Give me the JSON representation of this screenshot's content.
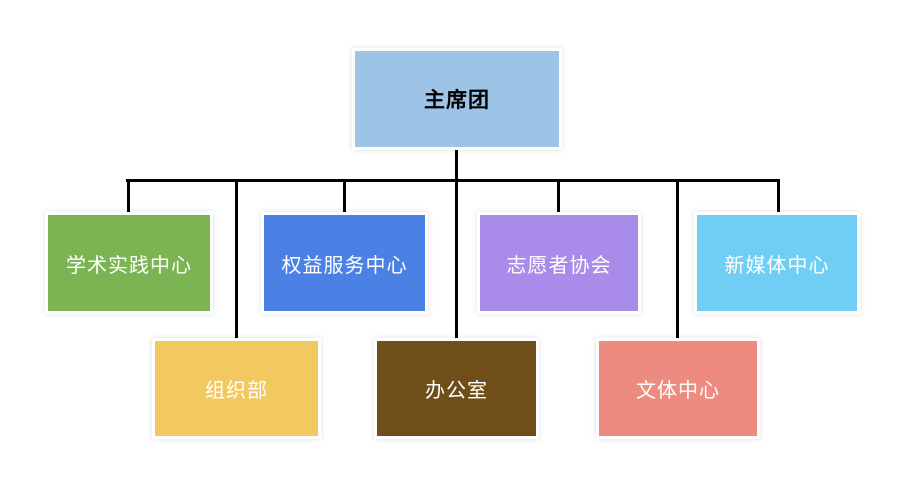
{
  "chart": {
    "type": "org-chart",
    "background": "#ffffff",
    "connector_color": "#000000",
    "root": {
      "id": "presidium",
      "label": "主席团",
      "bg": "#9DC3E6",
      "text_color": "#000000"
    },
    "children": [
      {
        "id": "academic-practice-center",
        "label": "学术实践中心",
        "bg": "#7CB454",
        "text_color": "#FFFFFF"
      },
      {
        "id": "organization-department",
        "label": "组织部",
        "bg": "#F2C960",
        "text_color": "#FFFFFF"
      },
      {
        "id": "rights-service-center",
        "label": "权益服务中心",
        "bg": "#4B80E4",
        "text_color": "#FFFFFF"
      },
      {
        "id": "office",
        "label": "办公室",
        "bg": "#6F4E1A",
        "text_color": "#FFFFFF"
      },
      {
        "id": "volunteer-association",
        "label": "志愿者协会",
        "bg": "#A98CEA",
        "text_color": "#FFFFFF"
      },
      {
        "id": "culture-sports-center",
        "label": "文体中心",
        "bg": "#EE8B80",
        "text_color": "#FFFFFF"
      },
      {
        "id": "new-media-center",
        "label": "新媒体中心",
        "bg": "#70CDF4",
        "text_color": "#FFFFFF"
      }
    ]
  }
}
